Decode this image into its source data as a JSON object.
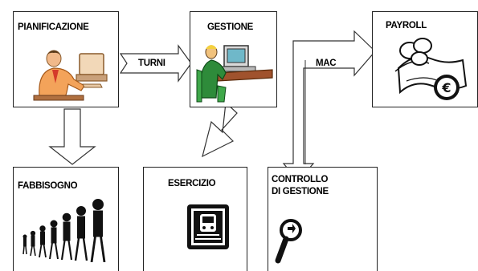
{
  "boxes": {
    "pianificazione": "PIANIFICAZIONE",
    "gestione": "GESTIONE",
    "payroll": "PAYROLL",
    "fabbisogno": "FABBISOGNO",
    "esercizio": "ESERCIZIO",
    "controllo": "CONTROLLO\nDI GESTIONE"
  },
  "arrows": {
    "turni": "TURNI",
    "mac": "MAC"
  },
  "icons": {
    "pianificazione": "person-at-computer-icon",
    "gestione": "worker-at-computer-icon",
    "payroll": "money-coins-euro-icon",
    "fabbisogno": "people-growing-icon",
    "esercizio": "train-sign-icon",
    "controllo": "magnifying-glass-icon"
  }
}
